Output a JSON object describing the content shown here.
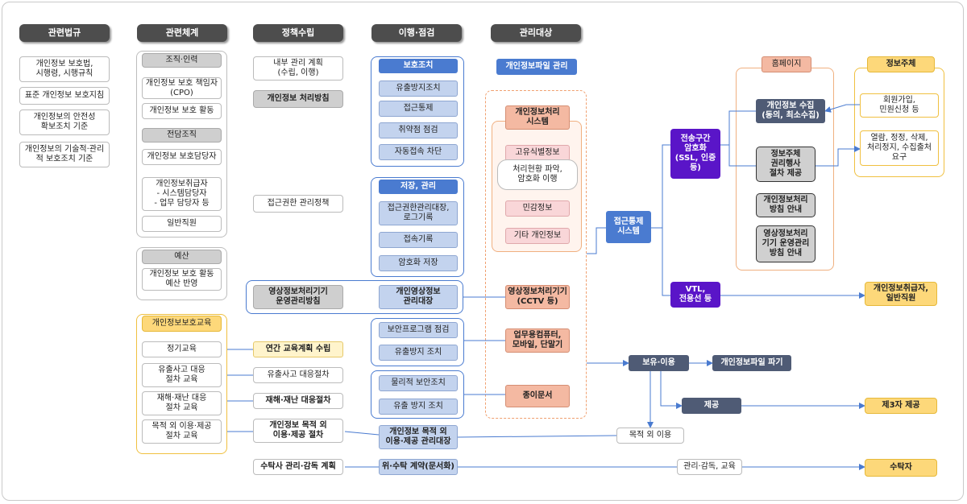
{
  "headers": {
    "law": "관련법규",
    "org": "관련체계",
    "policy": "정책수립",
    "impl": "이행·점검",
    "target": "관리대상"
  },
  "laws": [
    "개인정보 보호법,\n시행령, 시행규칙",
    "표준 개인정보 보호지침",
    "개인정보의 안전성\n확보조치 기준",
    "개인정보의 기술적·관리\n적 보호조치 기준"
  ],
  "org": {
    "org_hr": "조직·인력",
    "cpo": "개인정보 보호 책임자\n(CPO)",
    "protect_activity": "개인정보 보호 활동",
    "dedicated": "전담조직",
    "officer": "개인정보 보호담당자",
    "handler": "개인정보취급자\n- 시스템담당자\n- 업무 담당자 등",
    "general_staff": "일반직원",
    "budget": "예산",
    "budget_desc": "개인정보 보호 활동\n예산 반영",
    "education": "개인정보보호교육",
    "edu_items": [
      "정기교육",
      "유출사고 대응\n절차 교육",
      "재해·재난 대응\n절차 교육",
      "목적 외 이용·제공\n절차 교육"
    ]
  },
  "policy": {
    "internal_plan": "내부 관리 계획\n(수립, 이행)",
    "processing_policy": "개인정보 처리방침",
    "access_policy": "접근권한 관리정책",
    "video_policy": "영상정보처리기기\n운영관리방침",
    "annual_edu": "연간 교육계획 수립",
    "leak_proc": "유출사고 대응절차",
    "disaster_proc": "재해·재난 대응절차",
    "purpose_proc": "개인정보 목적 외\n이용·제공 절차",
    "outsourcing_plan": "수탁사 관리·감독 계획"
  },
  "impl": {
    "protection": "보호조치",
    "leak_prevention": "유출방지조치",
    "access_control": "접근통제",
    "vuln_check": "취약점 점검",
    "auto_block": "자동접속 차단",
    "storage": "저장, 관리",
    "access_ledger": "접근권한관리대장,\n로그기록",
    "access_log": "접속기록",
    "encrypt_store": "암호화 저장",
    "video_ledger": "개인영상정보\n관리대장",
    "security_check": "보안프로그램 점검",
    "leak_measure1": "유출방지 조치",
    "physical_security": "물리적 보안조치",
    "leak_measure2": "유출 방지 조치",
    "purpose_ledger": "개인정보 목적 외\n이용·제공 관리대장",
    "contract": "위·수탁 계약(문서화)"
  },
  "target": {
    "file_mgmt": "개인정보파일 관리",
    "system": "개인정보처리\n시스템",
    "unique_id": "고유식별정보",
    "unique_id_desc": "처리현황 파악,\n암호화 이행",
    "sensitive": "민감정보",
    "other": "기타 개인정보",
    "cctv": "영상정보처리기기\n(CCTV 등)",
    "devices": "업무용컴퓨터,\n모바일, 단말기",
    "paper": "종이문서"
  },
  "flow": {
    "access_system": "접근통제\n시스템",
    "transmission_enc": "전송구간\n암호화\n(SSL, 인증 등)",
    "vtl": "VTL,\n전용선 등",
    "homepage": "홈페이지",
    "collect": "개인정보 수집\n(동의, 최소수집)",
    "rights": "정보주체\n권리행사\n절차 제공",
    "policy_notice": "개인정보처리\n방침 안내",
    "video_notice": "영상정보처리\n기기 운영관리\n방침 안내",
    "data_subject": "정보주체",
    "signup": "회원가입,\n민원신청 등",
    "view_request": "열람, 정정, 삭제,\n처리정지, 수집출처\n요구",
    "handlers_staff": "개인정보취급자,\n일반직원",
    "retain_use": "보유·이용",
    "destroy": "개인정보파일 파기",
    "provide": "제공",
    "third_party": "제3자 제공",
    "purpose_use": "목적 외 이용",
    "supervise": "관리·감독, 교육",
    "trustee": "수탁자"
  },
  "colors": {
    "header": "#4d4d4d",
    "blue": "#4a7bd0",
    "purple": "#5a15c8",
    "salmon": "#f4b9a2",
    "yellow": "#fdd87a",
    "dark": "#4f5b75"
  }
}
